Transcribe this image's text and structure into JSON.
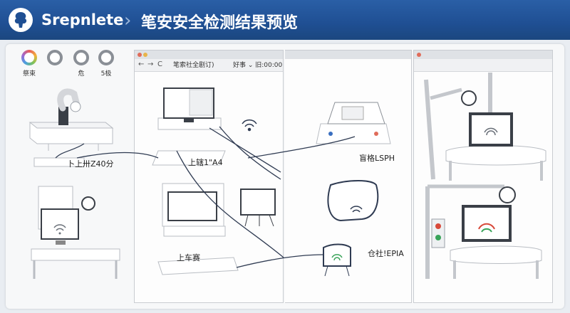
{
  "header": {
    "brand": "Srepnlete",
    "title": "笔安安全检测结果预览"
  },
  "legend": {
    "items": [
      {
        "label": "祭束",
        "style": "color"
      },
      {
        "label": "",
        "style": "gray"
      },
      {
        "label": "危",
        "style": "gray"
      },
      {
        "label": "5极",
        "style": "gray"
      }
    ]
  },
  "browser": {
    "url_text": "笔索社全剧订)",
    "extra_text": "好事  ⌄  旧:00:00",
    "nav": [
      "←",
      "→",
      "C"
    ]
  },
  "labels": {
    "left_device": "卜上卅Z40分",
    "mid_device": "上辖1\"A4",
    "mid_bottom": "上车赛",
    "printer": "盲格LSPH",
    "wifi_tablet": "仓社!EPIA"
  },
  "colors": {
    "header": "#1f4f93",
    "line": "#2f3b52",
    "accent_red": "#d84a3a",
    "accent_green": "#3aa45a"
  }
}
